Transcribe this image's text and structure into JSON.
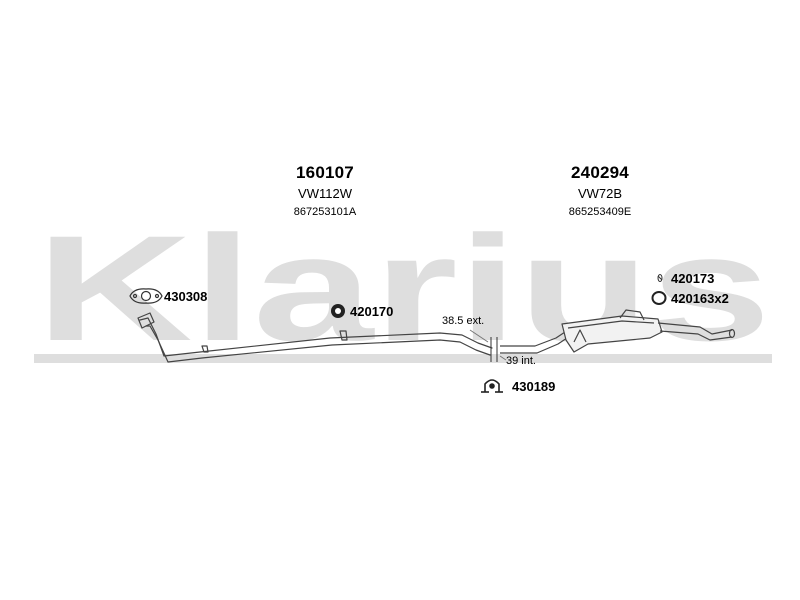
{
  "watermark": {
    "brand": "Klarius",
    "color": "#dcdcdc"
  },
  "muffler_front": {
    "part_number": "160107",
    "model_code": "VW112W",
    "oe_reference": "867253101A"
  },
  "muffler_rear": {
    "part_number": "240294",
    "model_code": "VW72B",
    "oe_reference": "865253409E"
  },
  "fittings": {
    "gasket_front": "430308",
    "mount_mid": "420170",
    "clamp_joint": "430189",
    "hanger_rear_small": "420173",
    "ring_rear": "420163x2"
  },
  "dimensions": {
    "ext": "38.5 ext.",
    "int": "39 int."
  }
}
